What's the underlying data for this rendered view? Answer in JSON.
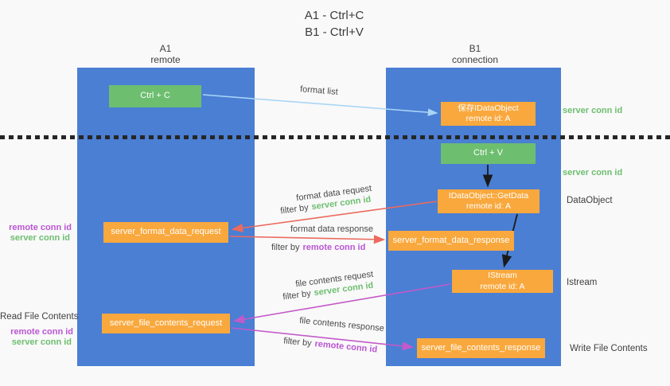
{
  "title": {
    "line1": "A1 - Ctrl+C",
    "line2": "B1 - Ctrl+V"
  },
  "lanes": {
    "left": {
      "name": "A1",
      "role": "remote"
    },
    "right": {
      "name": "B1",
      "role": "connection"
    }
  },
  "nodes": {
    "ctrl_c": {
      "label": "Ctrl + C"
    },
    "save_dataobject": {
      "line1": "保存IDataObject",
      "line2": "remote id: A"
    },
    "ctrl_v": {
      "label": "Ctrl + V"
    },
    "getdata": {
      "line1": "IDataObject::GetData",
      "line2": "remote id: A"
    },
    "format_request": {
      "label": "server_format_data_request"
    },
    "format_response": {
      "label": "server_format_data_response"
    },
    "istream": {
      "line1": "IStream",
      "line2": "remote id: A"
    },
    "file_request": {
      "label": "server_file_contents_request"
    },
    "file_response": {
      "label": "server_file_contents_response"
    }
  },
  "edges": {
    "format_list": {
      "label": "format list"
    },
    "format_data_request": {
      "label": "format data request",
      "filter_prefix": "filter by",
      "filter_key": "server conn id"
    },
    "format_data_response": {
      "label": "format data response",
      "filter_prefix": "filter by",
      "filter_key": "remote conn id"
    },
    "file_contents_request": {
      "label": "file contents request",
      "filter_prefix": "filter by",
      "filter_key": "server conn id"
    },
    "file_contents_response": {
      "label": "file contents response",
      "filter_prefix": "filter by",
      "filter_key": "remote conn id"
    }
  },
  "annotations": {
    "server_conn_id_top": "server conn id",
    "server_conn_id_mid": "server conn id",
    "dataobject": "DataObject",
    "istream": "Istream",
    "write_file_contents": "Write File Contents",
    "read_file_contents": "Read File Contents",
    "left_mid": {
      "remote": "remote conn id",
      "server": "server conn id"
    },
    "left_bottom": {
      "remote": "remote conn id",
      "server": "server conn id"
    }
  },
  "colors": {
    "lane_blue": "#4a7fd4",
    "action_green": "#6dbe6f",
    "node_orange": "#f9a83d",
    "conn_green": "#6dbe6f",
    "conn_purple": "#ba55d3",
    "arrow_red": "#ec6a5e",
    "arrow_magenta": "#c35ac9",
    "arrow_lightblue": "#a9d5f5",
    "arrow_black": "#1a1a1a"
  }
}
